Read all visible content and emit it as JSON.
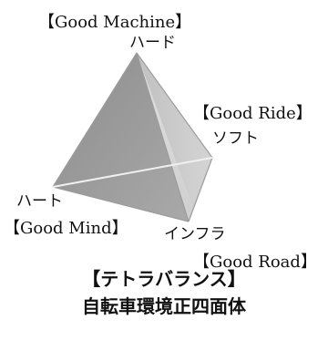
{
  "vertices": {
    "top": {
      "concept": "【Good Machine】",
      "label": "ハード"
    },
    "back_right": {
      "concept": "【Good Ride】",
      "label": "ソフト"
    },
    "left": {
      "label": "ハート",
      "concept": "【Good Mind】"
    },
    "front_right": {
      "label": "インフラ",
      "concept": "【Good Road】"
    }
  },
  "caption": {
    "title": "【テトラバランス】",
    "subtitle": "自転車環境正四面体"
  },
  "colors": {
    "left_face": "#9b9b9b",
    "right_face": "#d7d7d7",
    "back_face": "#c2c2c2",
    "edge_highlight": "#f2f2f2"
  }
}
